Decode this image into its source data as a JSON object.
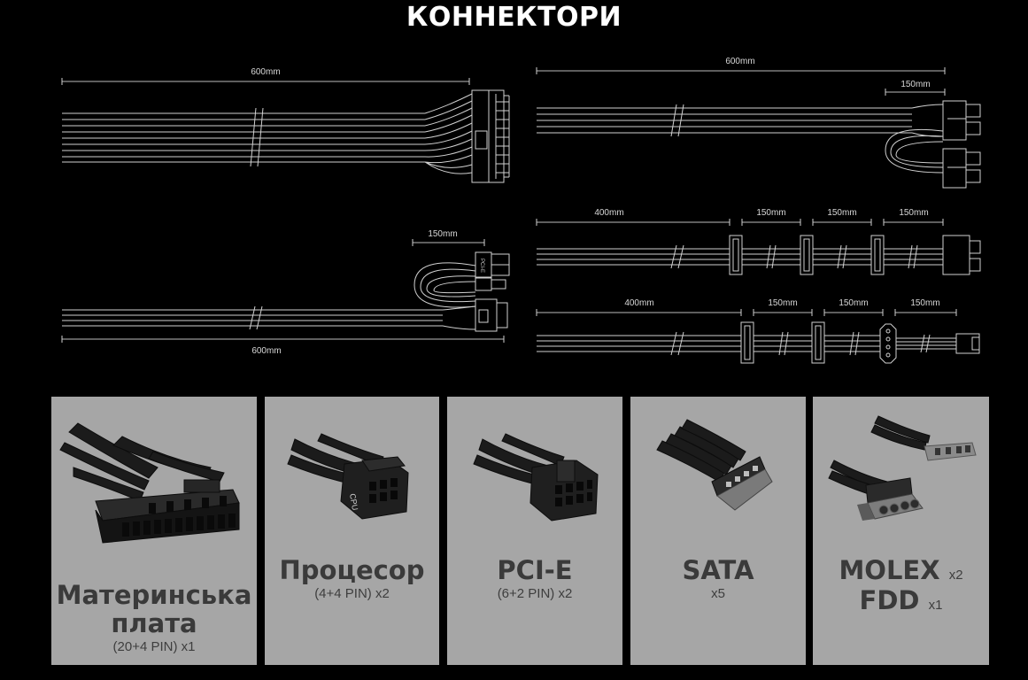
{
  "title": "КОННЕКТОРИ",
  "diagram": {
    "atx_length": "600mm",
    "pcie_length": "600mm",
    "pcie_branch": "150mm",
    "cpu_branch": "150mm",
    "cpu_length": "600mm",
    "cpu_label": "PCI-E",
    "sata_first": "400mm",
    "sata_step1": "150mm",
    "sata_step2": "150mm",
    "sata_step3": "150mm",
    "molex_first": "400mm",
    "molex_step1": "150mm",
    "molex_step2": "150mm",
    "molex_step3": "150mm"
  },
  "cards": [
    {
      "name_line1": "Материнська",
      "name_line2": "плата",
      "pins": "(20+4 PIN) x1",
      "icon": "atx-24pin-connector-icon"
    },
    {
      "name": "Процесор",
      "pins": "(4+4 PIN) x2",
      "icon": "cpu-8pin-connector-icon",
      "plug_label": "CPU"
    },
    {
      "name": "PCI-E",
      "pins": "(6+2 PIN) x2",
      "icon": "pcie-8pin-connector-icon"
    },
    {
      "name": "SATA",
      "pins": "x5",
      "icon": "sata-power-connector-icon"
    },
    {
      "name1": "MOLEX",
      "qty1": "x2",
      "name2": "FDD",
      "qty2": "x1",
      "icon": "molex-fdd-connector-icon"
    }
  ]
}
